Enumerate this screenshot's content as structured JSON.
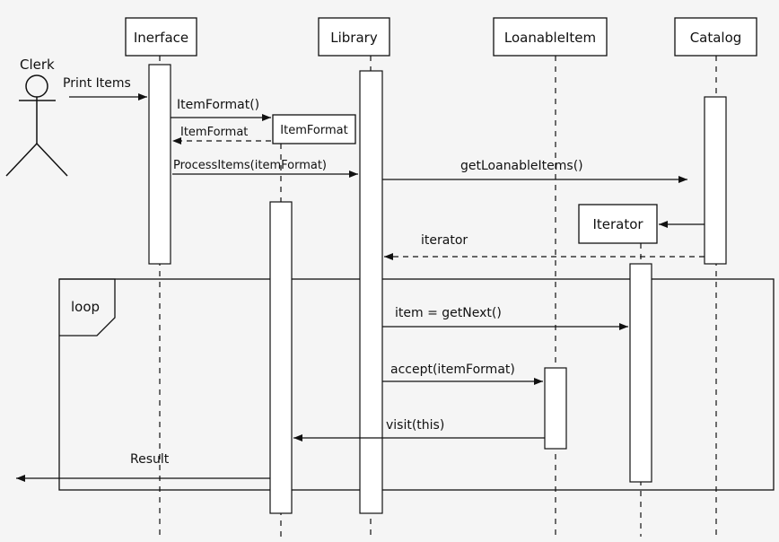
{
  "actor": {
    "label": "Clerk"
  },
  "lifelines": {
    "interface": "Inerface",
    "library": "Library",
    "loanable_item": "LoanableItem",
    "catalog": "Catalog",
    "item_format": "ItemFormat",
    "iterator": "Iterator"
  },
  "messages": {
    "print_items": "Print Items",
    "item_format_call": "ItemFormat()",
    "item_format_return": "ItemFormat",
    "process_items": "ProcessItems(itemFormat)",
    "get_loanable_items": "getLoanableItems()",
    "iterator_return": "iterator",
    "get_next": "item = getNext()",
    "accept": "accept(itemFormat)",
    "visit": "visit(this)",
    "result": "Result"
  },
  "fragment": {
    "label": "loop"
  }
}
